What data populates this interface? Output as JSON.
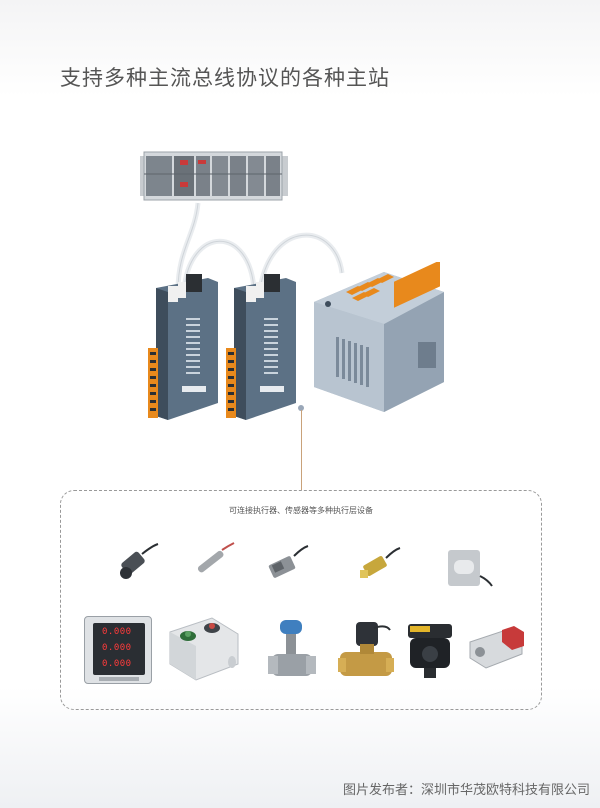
{
  "title": "支持多种主流总线协议的各种主站",
  "devices_caption": "可连接执行器、传感器等多种执行层设备",
  "footer": "图片发布者：深圳市华茂欧特科技有限公司",
  "colors": {
    "module_body": "#5c7185",
    "module_dark": "#3e4d5c",
    "terminal_orange": "#e8891c",
    "io_box": "#a9b6c4",
    "cable": "#e9ecef",
    "guide_line": "#c9a27a"
  },
  "meter": {
    "readings": [
      "0.000",
      "0.000",
      "0.000"
    ]
  }
}
